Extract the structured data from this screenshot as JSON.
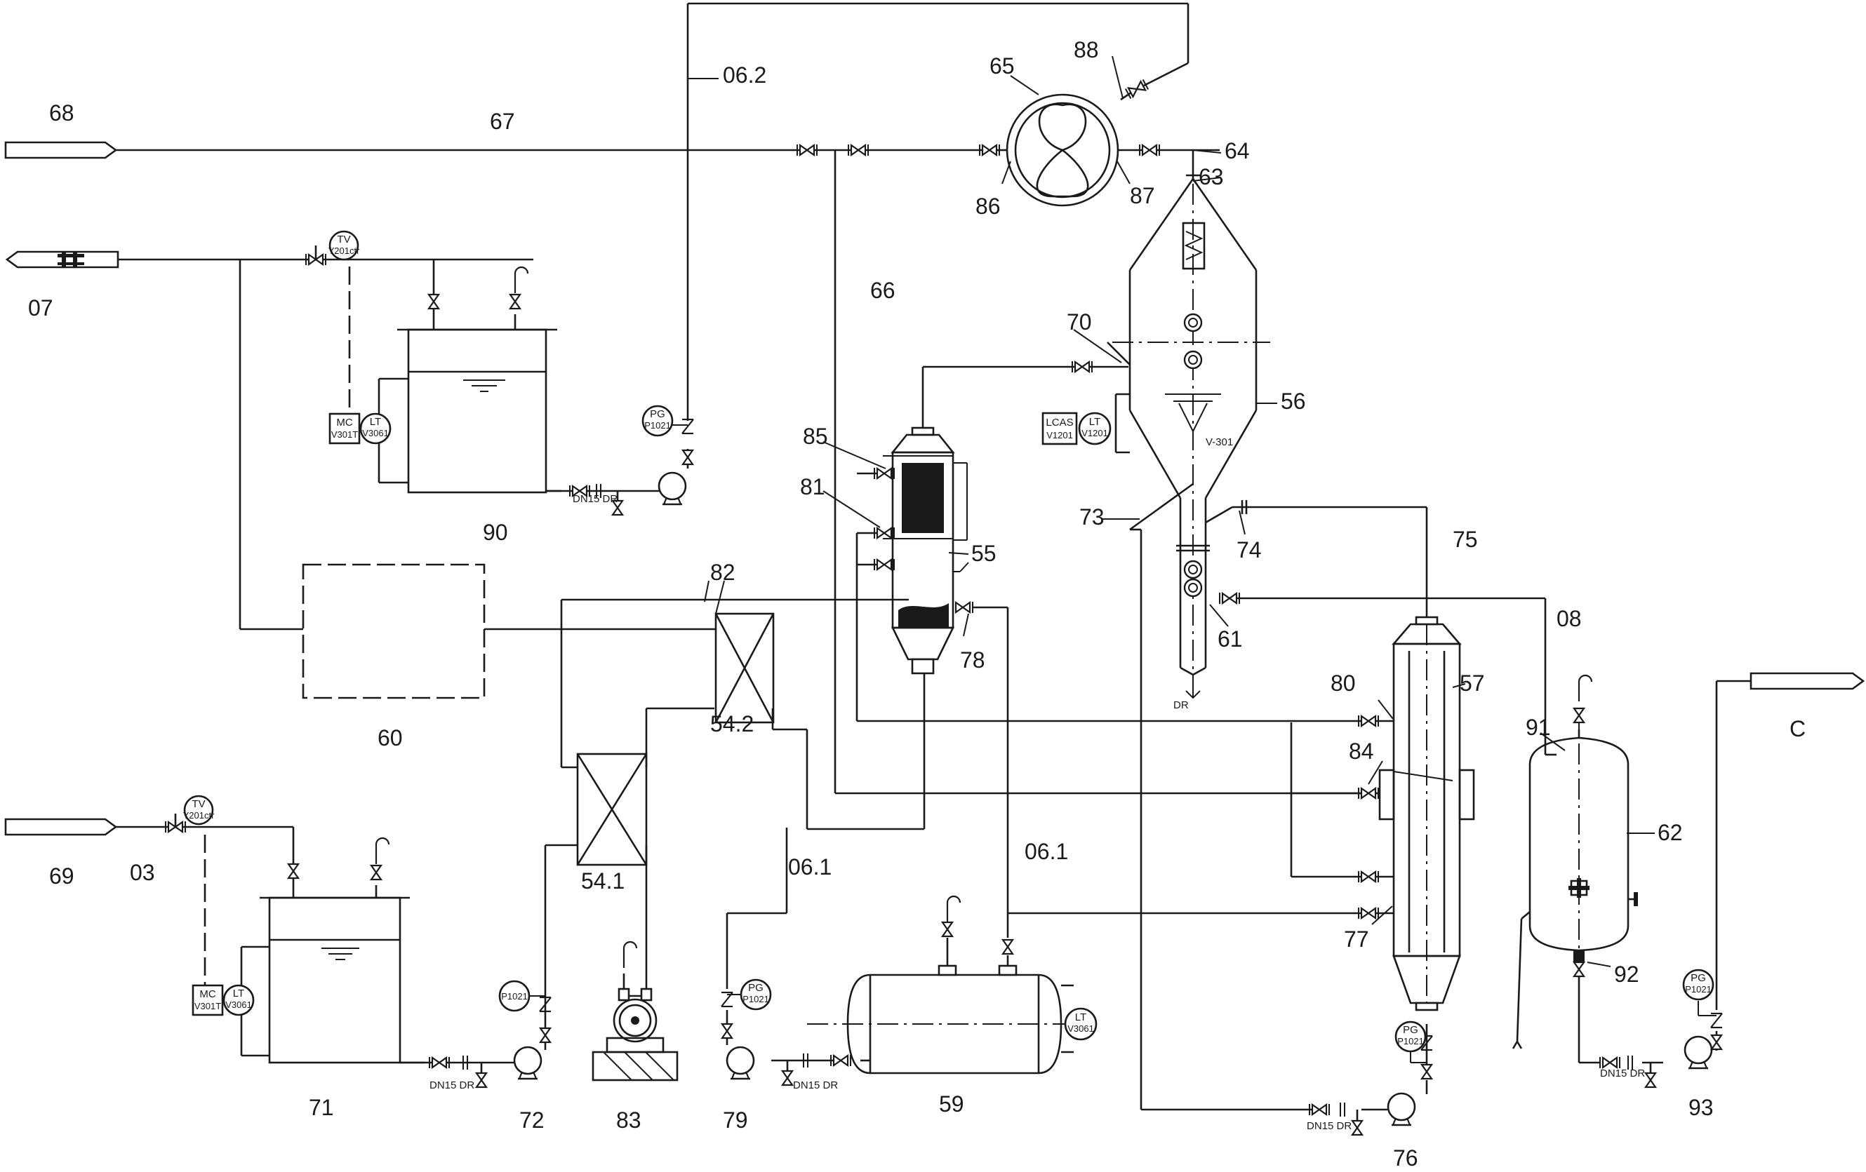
{
  "labels": {
    "n03": "03",
    "n06_1a": "06.1",
    "n06_1b": "06.1",
    "n06_2": "06.2",
    "n07": "07",
    "n08": "08",
    "n54_1": "54.1",
    "n54_2": "54.2",
    "n55": "55",
    "n56": "56",
    "n57": "57",
    "n59": "59",
    "n60": "60",
    "n61": "61",
    "n62": "62",
    "n63": "63",
    "n64": "64",
    "n65": "65",
    "n66": "66",
    "n67": "67",
    "n68": "68",
    "n69": "69",
    "n70": "70",
    "n71": "71",
    "n72": "72",
    "n73": "73",
    "n74": "74",
    "n75": "75",
    "n76": "76",
    "n77": "77",
    "n78": "78",
    "n79": "79",
    "n80": "80",
    "n81": "81",
    "n82": "82",
    "n83": "83",
    "n84": "84",
    "n85": "85",
    "n86": "86",
    "n87": "87",
    "n88": "88",
    "n90": "90",
    "n91": "91",
    "n92": "92",
    "n93": "93",
    "nC": "C"
  },
  "instruments": {
    "pg98_a": "PG",
    "pg98_b": "P1021",
    "pg79_a": "PG",
    "pg79_b": "P1021",
    "pg76_a": "PG",
    "pg76_b": "P1021",
    "pg93_a": "PG",
    "pg93_b": "P1021",
    "p72": "P1021",
    "tv_top_a": "TV",
    "tv_top_b": "Y201ctr",
    "tv_bot_a": "TV",
    "tv_bot_b": "Y201ctr",
    "mc_top_a": "MC",
    "mc_top_b": "V301T",
    "lt_top_a": "LT",
    "lt_top_b": "V3061",
    "mc_bot_a": "MC",
    "mc_bot_b": "V301T",
    "lt_bot_a": "LT",
    "lt_bot_b": "V3061",
    "lcas_a": "LCAS",
    "lcas_b": "V1201",
    "lt56_a": "LT",
    "lt56_b": "V1201",
    "lt59_a": "LT",
    "lt59_b": "V3061",
    "v301": "V-301",
    "dr56": "DR",
    "dn98": "DN15 DR",
    "dn72": "DN15 DR",
    "dn79": "DN15 DR",
    "dn76": "DN15 DR",
    "dn93": "DN15 DR"
  }
}
